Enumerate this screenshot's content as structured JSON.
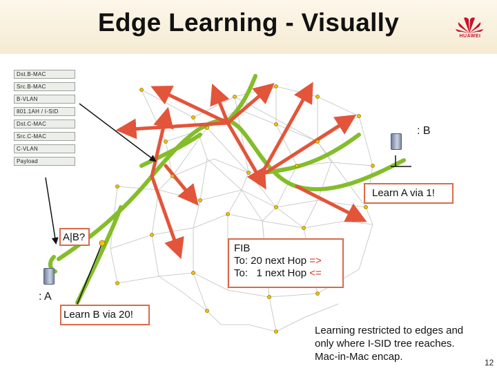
{
  "title": "Edge Learning - Visually",
  "logo": {
    "text": "HUAWEI",
    "color": "#c8102e"
  },
  "frame_fields": [
    "Dst.B-MAC",
    "Src.B-MAC",
    "B-VLAN",
    "801.1AH / I-SID",
    "Dst.C-MAC",
    "Src.C-MAC",
    "C-VLAN",
    "Payload"
  ],
  "labels": {
    "node_b": ": B",
    "node_a": ": A",
    "learn_a": "Learn A via 1!",
    "a_b_query": "A|B?",
    "learn_b": "Learn B via 20!"
  },
  "fib": {
    "title": "FIB",
    "line1_prefix": "To: 20 next Hop",
    "line1_arrow": "=>",
    "line2_prefix": "To:   1 next Hop",
    "line2_arrow": "<="
  },
  "note": "Learning restricted to edges and only where I-SID tree reaches. Mac-in-Mac encap.",
  "page_number": "12",
  "colors": {
    "tree": "#84bd2a",
    "arrows": "#e2553a",
    "box_border": "#d86a4a",
    "mesh": "#c9cec9"
  }
}
